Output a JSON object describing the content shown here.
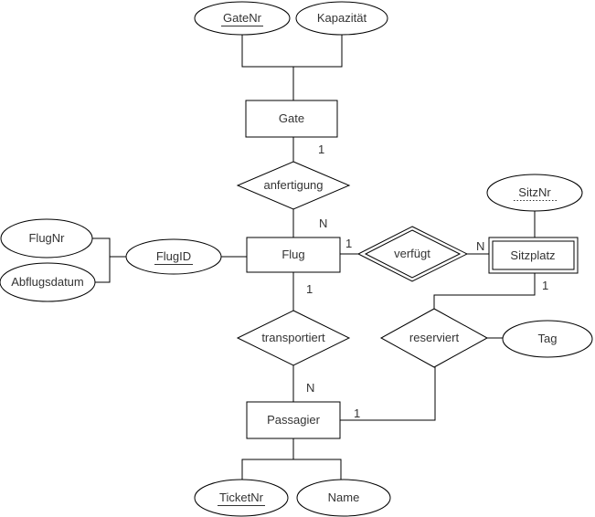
{
  "diagram_type": "er-diagram",
  "colors": {
    "stroke": "#000000",
    "text": "#333333",
    "canvas": "#ffffff"
  },
  "entities": {
    "gate": "Gate",
    "flug": "Flug",
    "sitzplatz": "Sitzplatz",
    "passagier": "Passagier"
  },
  "weak_entities": [
    "Sitzplatz"
  ],
  "relationships": {
    "anfertigung": "anfertigung",
    "verfuegt": "verfügt",
    "transportiert": "transportiert",
    "reserviert": "reserviert"
  },
  "identifying_relationships": [
    "verfügt"
  ],
  "attributes": {
    "gatenr": "GateNr",
    "kapazitaet": "Kapazität",
    "flugnr": "FlugNr",
    "abflugsdatum": "Abflugsdatum",
    "flugid": "FlugID",
    "sitznr": "SitzNr",
    "tag": "Tag",
    "ticketnr": "TicketNr",
    "name": "Name"
  },
  "key_attributes": {
    "primary_underlined": [
      "GateNr",
      "FlugID",
      "TicketNr"
    ],
    "partial_dotted_underline": [
      "SitzNr"
    ]
  },
  "cardinalities": {
    "gate_anfertigung": "1",
    "anfertigung_flug": "N",
    "flug_verfuegt": "1",
    "verfuegt_sitzplatz": "N",
    "sitzplatz_reserviert": "1",
    "flug_transportiert": "1",
    "transportiert_passagier": "N",
    "passagier_reserviert": "1"
  }
}
